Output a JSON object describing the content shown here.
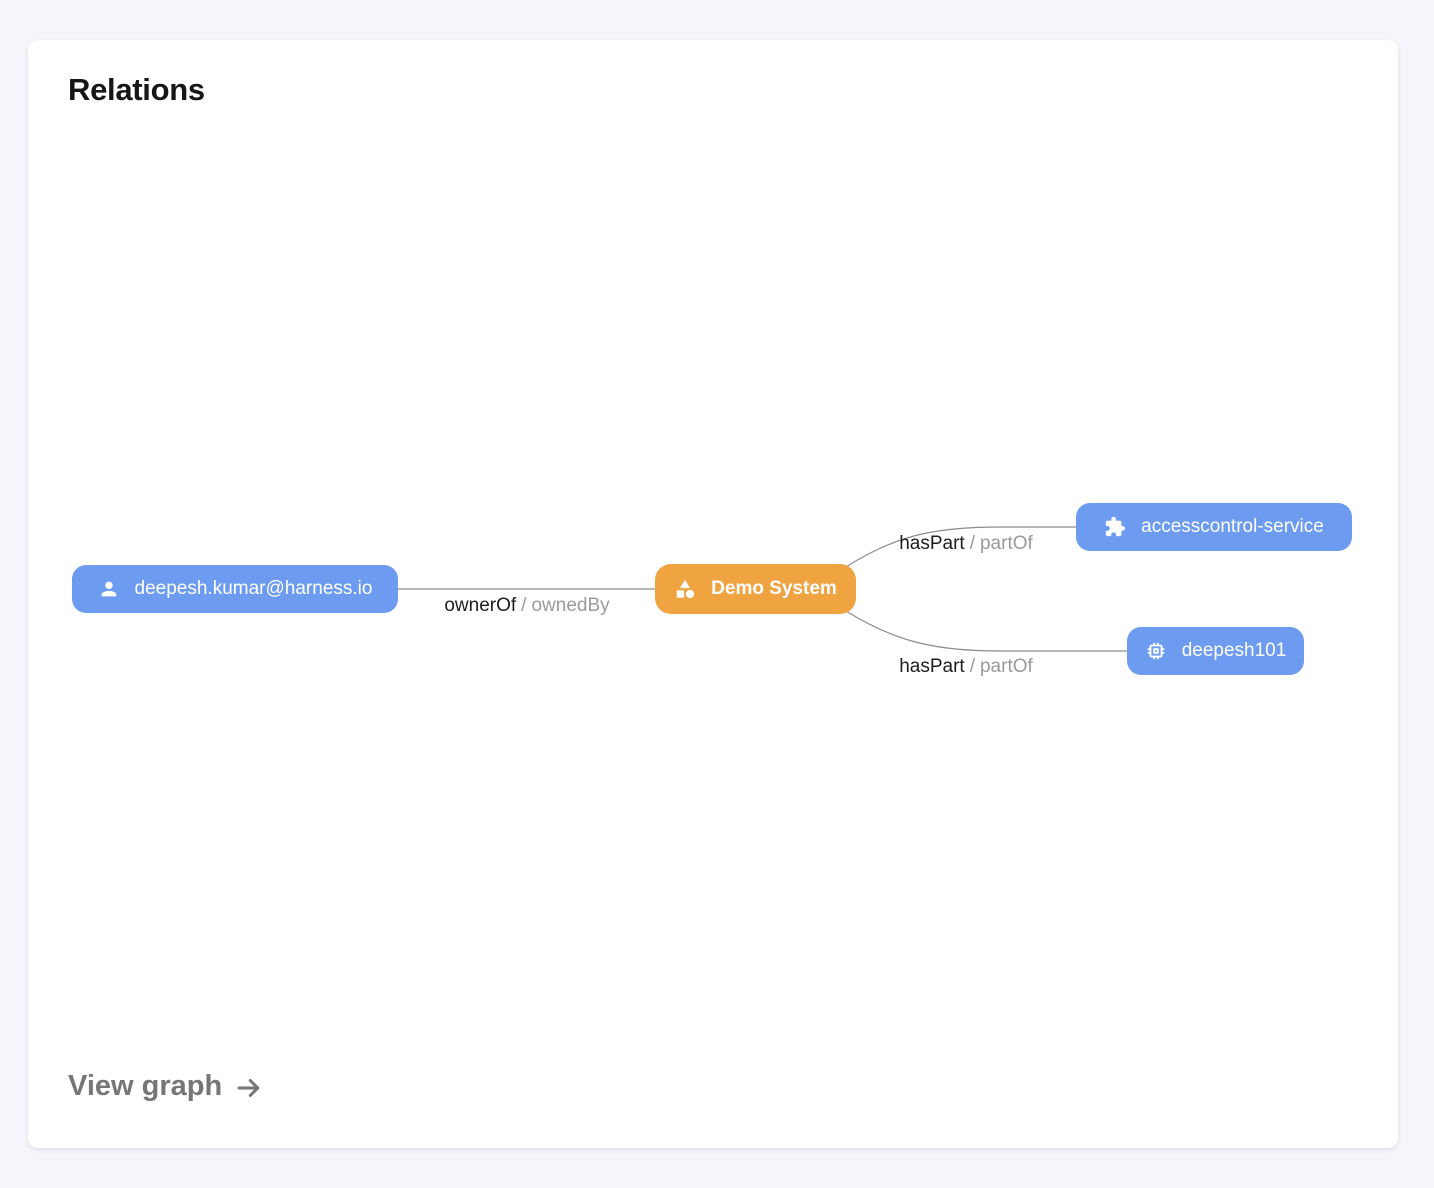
{
  "page": {
    "title": "Relations",
    "view_graph_label": "View graph"
  },
  "colors": {
    "page_bg": "#f5f6fb",
    "card_bg": "#ffffff",
    "node_blue": "#6c9bf0",
    "node_orange": "#f0a441",
    "node_text": "#ffffff",
    "edge_line": "#8c8c8c",
    "edge_label_primary": "#1d1d1f",
    "edge_label_secondary": "#9a9a9f",
    "view_graph_text": "#75767a"
  },
  "graph": {
    "nodes": [
      {
        "id": "user",
        "label": "deepesh.kumar@harness.io",
        "icon": "person-icon",
        "color": "#6c9bf0"
      },
      {
        "id": "system",
        "label": "Demo System",
        "icon": "category-icon",
        "color": "#f0a441"
      },
      {
        "id": "service",
        "label": "accesscontrol-service",
        "icon": "extension-icon",
        "color": "#6c9bf0"
      },
      {
        "id": "resource",
        "label": "deepesh101",
        "icon": "memory-icon",
        "color": "#6c9bf0"
      }
    ],
    "edges": [
      {
        "from": "user",
        "to": "system",
        "label_primary": "ownerOf",
        "label_separator": "/",
        "label_secondary": "ownedBy"
      },
      {
        "from": "system",
        "to": "service",
        "label_primary": "hasPart",
        "label_separator": "/",
        "label_secondary": "partOf"
      },
      {
        "from": "system",
        "to": "resource",
        "label_primary": "hasPart",
        "label_separator": "/",
        "label_secondary": "partOf"
      }
    ]
  }
}
